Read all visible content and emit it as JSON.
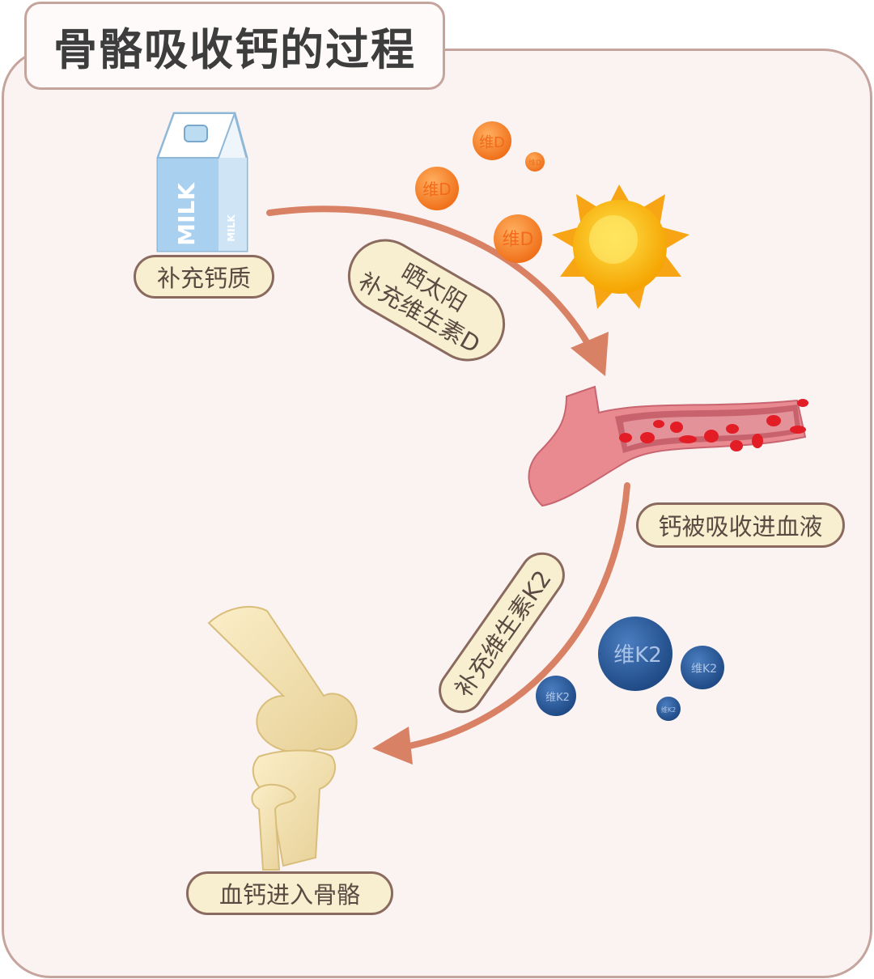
{
  "title": "骨骼吸收钙的过程",
  "steps": {
    "calcium": "补充钙质",
    "sun_line1": "晒太阳",
    "sun_line2": "补充维生素D",
    "blood": "钙被吸收进血液",
    "k2": "补充维生素K2",
    "bone": "血钙进入骨骼"
  },
  "illustrations": {
    "milk_label": "MILK",
    "vitamin_d_label": "维D",
    "vitamin_k2_label": "维K2"
  },
  "colors": {
    "arrow": "#d98164",
    "pill_bg": "#f7efcf",
    "pill_border": "#8a6a5f",
    "panel_border": "#c4a49c",
    "vitamin_d": "#f58a2a",
    "vitamin_k2": "#2f5f9e",
    "sun": "#f9c21a"
  }
}
